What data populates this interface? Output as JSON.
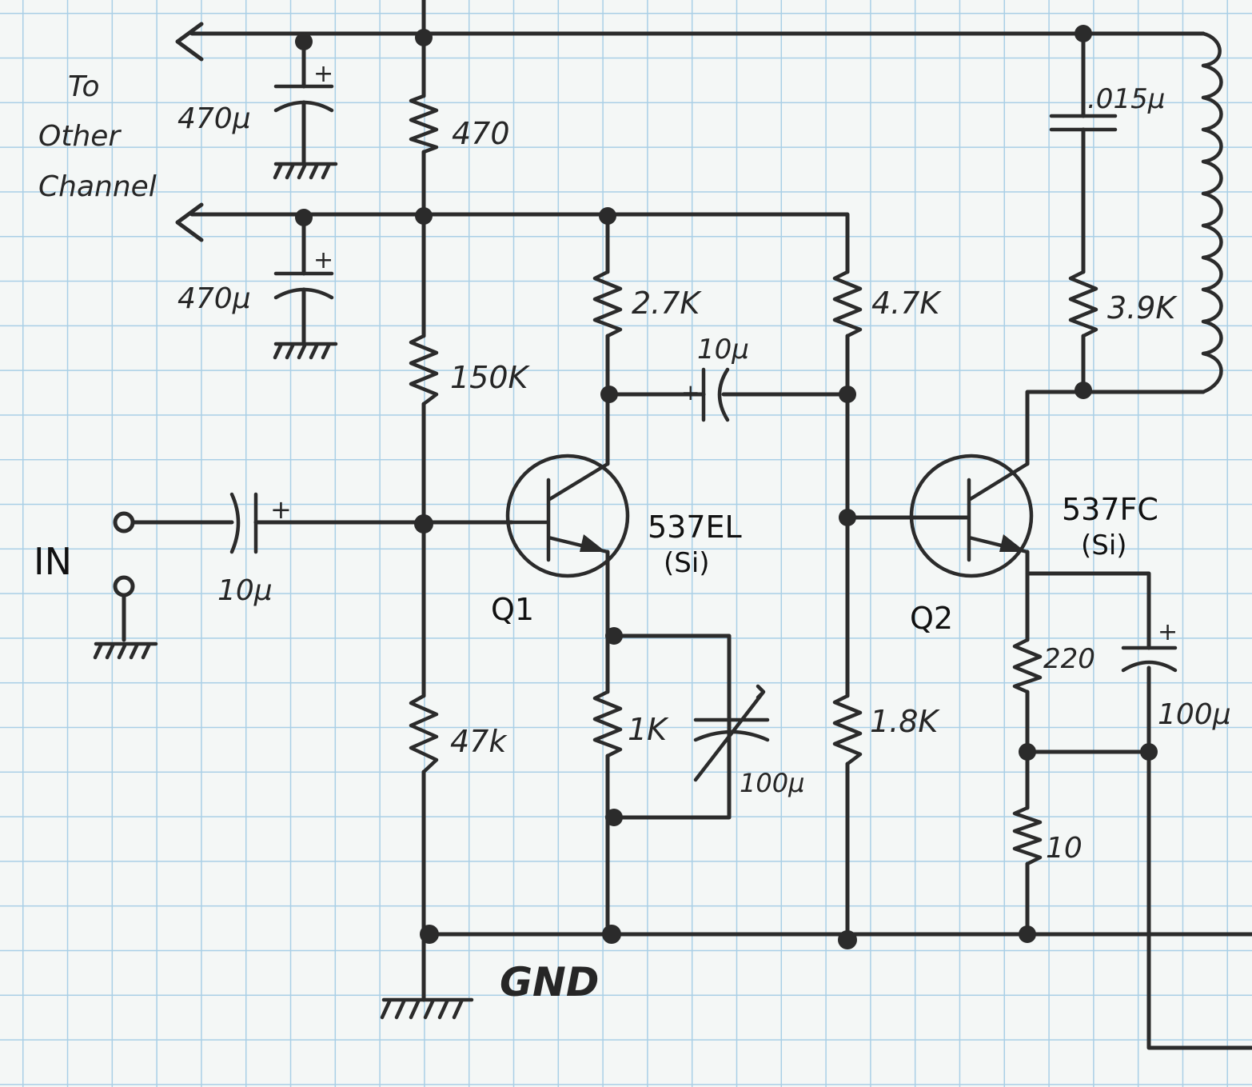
{
  "labels": {
    "to_other_channel": [
      "To",
      "Other",
      "Channel"
    ],
    "input": "IN",
    "ground": "GND"
  },
  "components": {
    "c_supply_top": "470µ",
    "c_supply_mid": "470µ",
    "r_470": "470",
    "r_150k": "150K",
    "r_47k": "47k",
    "c_input": "10µ",
    "r_2_7k": "2.7K",
    "r_1k": "1K",
    "c_100u_bypass_q1": "100µ",
    "c_coupling": "10µ",
    "r_4_7k": "4.7K",
    "r_1_8k": "1.8K",
    "c_015": ".015µ",
    "r_3_9k": "3.9K",
    "r_220": "220",
    "r_10": "10",
    "c_100u_emitter_q2": "100µ"
  },
  "transistors": {
    "q1": {
      "name": "Q1",
      "part": "537EL",
      "type": "(Si)"
    },
    "q2": {
      "name": "Q2",
      "part": "537FC",
      "type": "(Si)"
    }
  },
  "polarity_mark": "+",
  "colors": {
    "ink": "#2b2b2b",
    "grid": "#a9cfe6",
    "paper": "#f4f7f6"
  }
}
